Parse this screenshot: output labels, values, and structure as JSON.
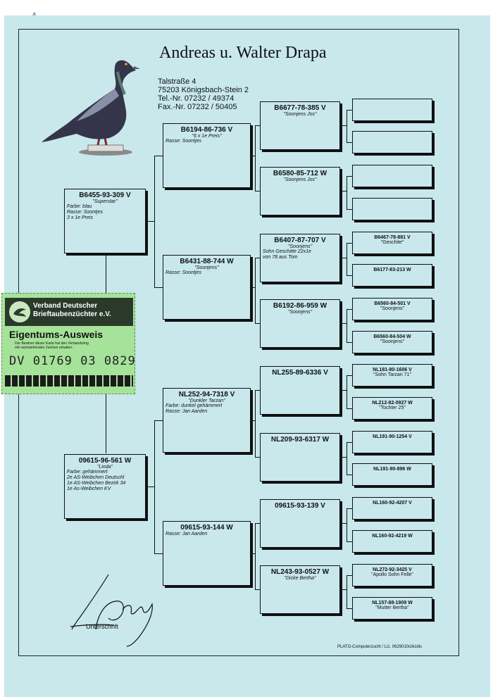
{
  "page_number": "4",
  "breeder": {
    "name": "Andreas u. Walter Drapa",
    "street": "Talstraße 4",
    "city": "75203 Königsbach-Stein 2",
    "tel": "Tel.-Nr. 07232 / 49374",
    "fax": "Fax.-Nr. 07232 / 50405"
  },
  "gen1": {
    "father": {
      "num": "B6455-93-309 V",
      "name": "\"Superstar\"",
      "info": [
        "Farbe: blau",
        "Rasse: Soontjes",
        "3 x 1e Preis"
      ]
    },
    "mother": {
      "num": "09615-96-561 W",
      "name": "\"Linda\"",
      "info": [
        "Farbe: gehämmert",
        "2e AS-Weibchen Deutschl",
        "1e AS-Weibchen Bezirk 34",
        "1e As-Weibchen KV"
      ]
    }
  },
  "gen2": [
    {
      "num": "B6194-86-736 V",
      "name": "\"6 x 1e Preis\"",
      "info": [
        "Rasse: Soontjes"
      ]
    },
    {
      "num": "B6431-88-744 W",
      "name": "\"Soonjens\"",
      "info": [
        "Rasse: Soontjes"
      ]
    },
    {
      "num": "NL252-94-7318 V",
      "name": "\"Dunkler Tarzan\"",
      "info": [
        "Farbe: dunkel gehämmert",
        "Rasse: Jan Aarden"
      ]
    },
    {
      "num": "09615-93-144 W",
      "name": "",
      "info": [
        "Rasse: Jan Aarden"
      ]
    }
  ],
  "gen3": [
    {
      "num": "B6677-78-385 V",
      "name": "\"Soonjens Jos\"",
      "info": []
    },
    {
      "num": "B6580-85-712 W",
      "name": "\"Soonjens  Jos\"",
      "info": []
    },
    {
      "num": "B6407-87-707 V",
      "name": "\"Soonjens\"",
      "info": [
        "Sohn Geschitte 22x1e",
        "von 78 aus Tom"
      ]
    },
    {
      "num": "B6192-86-959 W",
      "name": "\"Soonjens\"",
      "info": []
    },
    {
      "num": "NL255-89-6336 V",
      "name": "",
      "info": []
    },
    {
      "num": "NL209-93-6317 W",
      "name": "",
      "info": []
    },
    {
      "num": "09615-93-139 V",
      "name": "",
      "info": []
    },
    {
      "num": "NL243-93-0527 W",
      "name": "\"Dicke Bertha\"",
      "info": []
    }
  ],
  "gen4": [
    {
      "num": "",
      "name": ""
    },
    {
      "num": "",
      "name": ""
    },
    {
      "num": "",
      "name": ""
    },
    {
      "num": "",
      "name": ""
    },
    {
      "num": "B6467-78-881 V",
      "name": "\"Geschite\""
    },
    {
      "num": "B6177-83-213 W",
      "name": ""
    },
    {
      "num": "B6560-84-501 V",
      "name": "\"Soonjens\""
    },
    {
      "num": "B6560-84-504 W",
      "name": "\"Soonjens\""
    },
    {
      "num": "NL181-80-1606 V",
      "name": "\"Sohn Tarzan 71\""
    },
    {
      "num": "NL212-82-0927 W",
      "name": "\"Tochter 25\""
    },
    {
      "num": "NL191-90-1254 V",
      "name": ""
    },
    {
      "num": "NL191-90-896 W",
      "name": ""
    },
    {
      "num": "NL160-92-4207 V",
      "name": ""
    },
    {
      "num": "NL160-92-4219 W",
      "name": ""
    },
    {
      "num": "NL272-92-3425 V",
      "name": "\"Apollo Sohn Felle\""
    },
    {
      "num": "NL157-88-1909 W",
      "name": "\"Mutter Bertha\""
    }
  ],
  "stamp": {
    "org_line1": "Verband Deutscher",
    "org_line2": "Brieftaubenzüchter e.V.",
    "title": "Eigentums-Ausweis",
    "text_line1": "Der Besitzer dieser Karte hat den Verbandsring",
    "text_line2": "mit nachstehenden Zeichen erhalten:",
    "number": "DV 01769 03 0829"
  },
  "signature_label": "Unterschrift",
  "footer": "PLATO-Computerzucht / Liz. 0629010cilicidis"
}
